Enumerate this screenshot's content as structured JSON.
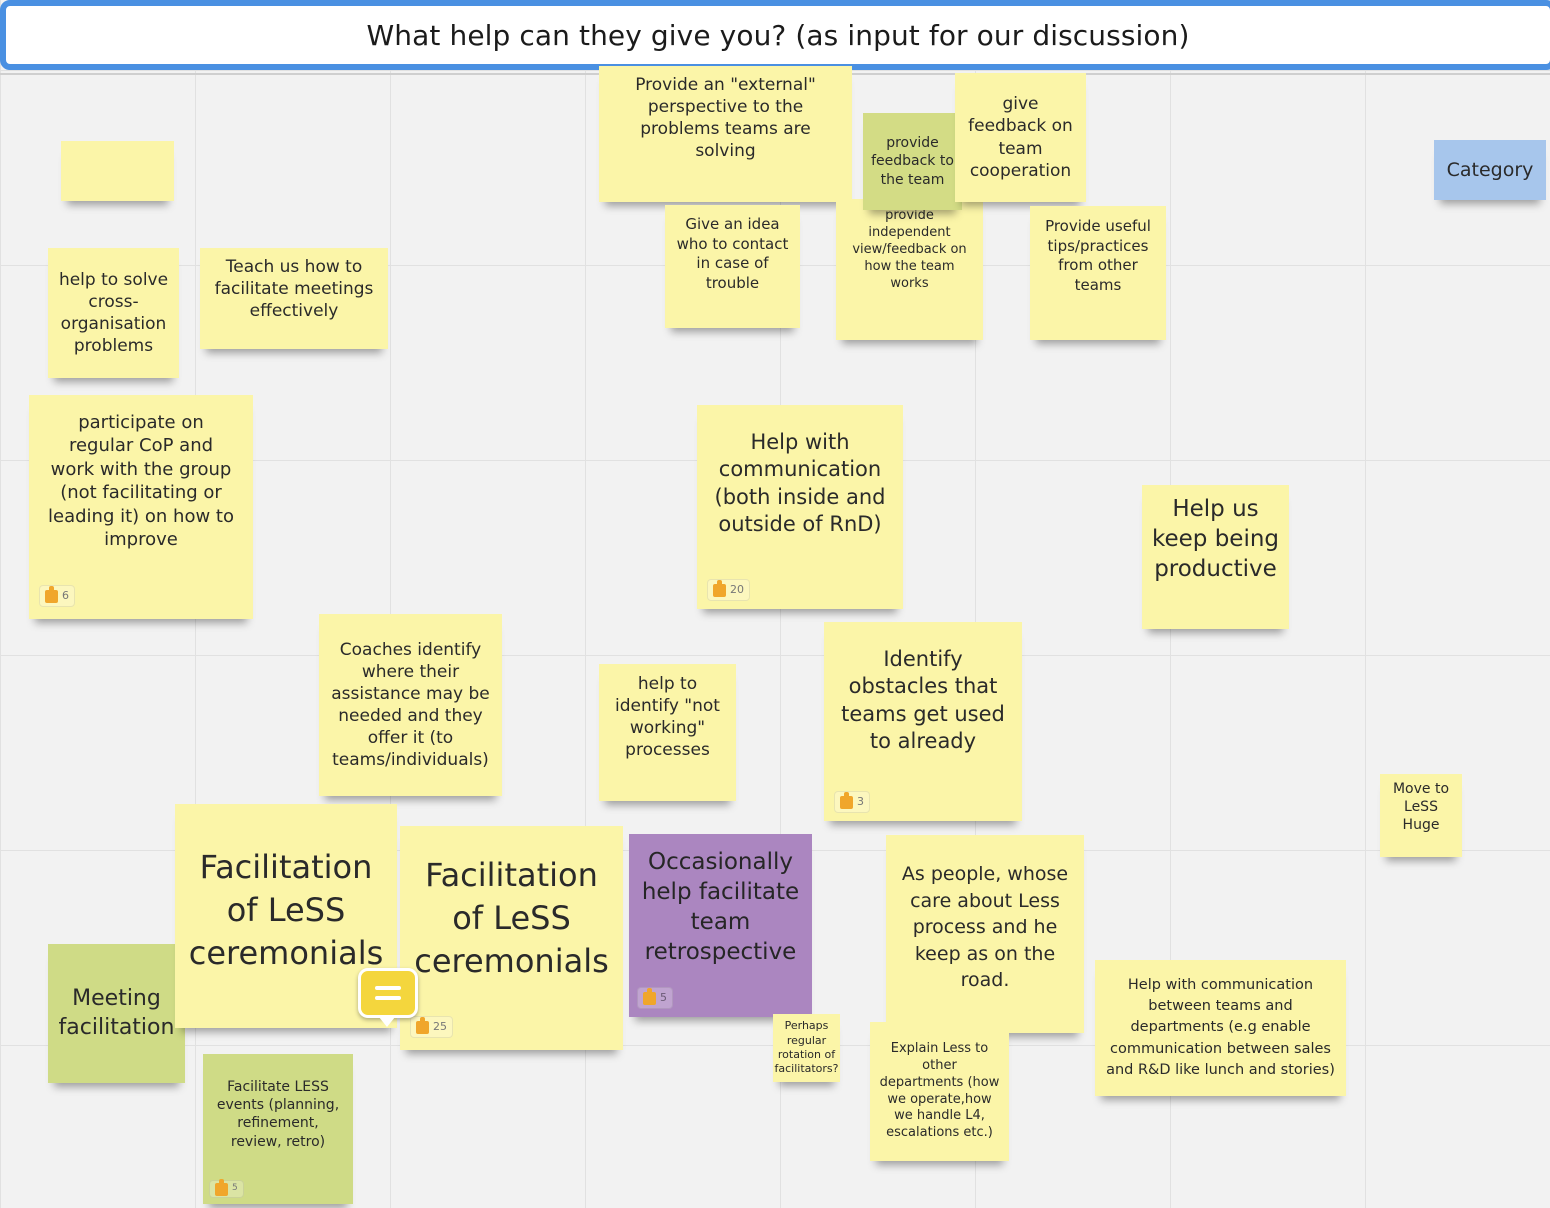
{
  "frame": {
    "title": "What help can they give you? (as input for our discussion)"
  },
  "notes": [
    {
      "id": "empty-note",
      "text": ""
    },
    {
      "id": "external-perspective",
      "text": "Provide an \"external\"\nperspective to the\nproblems teams are\nsolving"
    },
    {
      "id": "feedback-team-green",
      "text": "provide\nfeedback to\nthe team"
    },
    {
      "id": "feedback-cooperation",
      "text": "give\nfeedback on\nteam\ncooperation"
    },
    {
      "id": "category",
      "text": "Category"
    },
    {
      "id": "idea-contact",
      "text": "Give an idea\nwho to contact\nin case of\ntrouble"
    },
    {
      "id": "independent-view",
      "text": "provide\nindependent\nview/feedback on\nhow the team\nworks"
    },
    {
      "id": "useful-tips",
      "text": "Provide useful\ntips/practices\nfrom other\nteams"
    },
    {
      "id": "cross-org",
      "text": "help to solve\ncross-\norganisation\nproblems"
    },
    {
      "id": "teach-meetings",
      "text": "Teach us how to\nfacilitate meetings\neffectively"
    },
    {
      "id": "cop",
      "text": "participate on\nregular CoP and\nwork with the group\n(not facilitating or\nleading it) on how to\nimprove",
      "votes": "6"
    },
    {
      "id": "communication",
      "text": "Help with\ncommunication\n(both inside and\noutside of RnD)",
      "votes": "20"
    },
    {
      "id": "productive",
      "text": "Help us\nkeep being\nproductive"
    },
    {
      "id": "coaches-identify",
      "text": "Coaches identify\nwhere their\nassistance may be\nneeded and they\noffer it (to\nteams/individuals)"
    },
    {
      "id": "not-working",
      "text": "help to\nidentify \"not\nworking\"\nprocesses"
    },
    {
      "id": "obstacles",
      "text": "Identify\nobstacles that\nteams get used\nto already",
      "votes": "3"
    },
    {
      "id": "move-less-huge",
      "text": "Move to\nLeSS\nHuge"
    },
    {
      "id": "facilitation-1",
      "text": "Facilitation\nof LeSS\nceremonials"
    },
    {
      "id": "facilitation-2",
      "text": "Facilitation\nof LeSS\nceremonials",
      "votes": "25"
    },
    {
      "id": "retrospective",
      "text": "Occasionally\nhelp facilitate\nteam\nretrospective",
      "votes": "5"
    },
    {
      "id": "less-process",
      "text": "As people, whose\ncare about Less\nprocess and he\nkeep as on the\nroad."
    },
    {
      "id": "meeting-facilitation",
      "text": "Meeting\nfacilitation"
    },
    {
      "id": "rotation",
      "text": "Perhaps\nregular\nrotation of\nfacilitators?"
    },
    {
      "id": "explain-less",
      "text": "Explain Less to\nother\ndepartments (how\nwe operate,how\nwe handle L4,\nescalations etc.)"
    },
    {
      "id": "sales-rnd",
      "text": "Help with communication\nbetween teams and\ndepartments (e.g enable\ncommunication between sales\nand R&D like lunch and stories)"
    },
    {
      "id": "facilitate-events",
      "text": "Facilitate LESS\nevents (planning,\nrefinement,\nreview, retro)",
      "votes": "5"
    }
  ],
  "colors": {
    "frame_border": "#4a90e2",
    "yellow": "#fbf5a8",
    "green": "#d3dc85",
    "purple": "#ab86c0",
    "blue": "#a7c6ec",
    "vote_thumb": "#f0a62b",
    "comment": "#f4d63d"
  },
  "icons": {
    "vote": "thumbs-up-icon",
    "comment": "comment-icon"
  }
}
